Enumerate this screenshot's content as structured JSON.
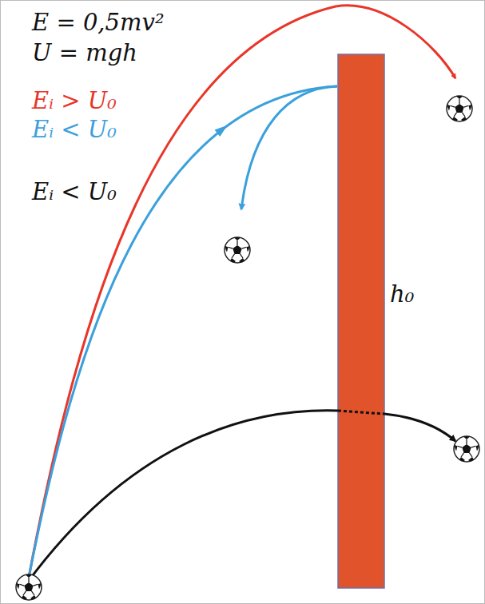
{
  "diagram": {
    "labels": [
      "E = 0,5mv²",
      "U = mgh",
      "Eᵢ > U₀",
      "Eᵢ < U₀",
      "Eᵢ < U₀",
      "h₀"
    ]
  }
}
